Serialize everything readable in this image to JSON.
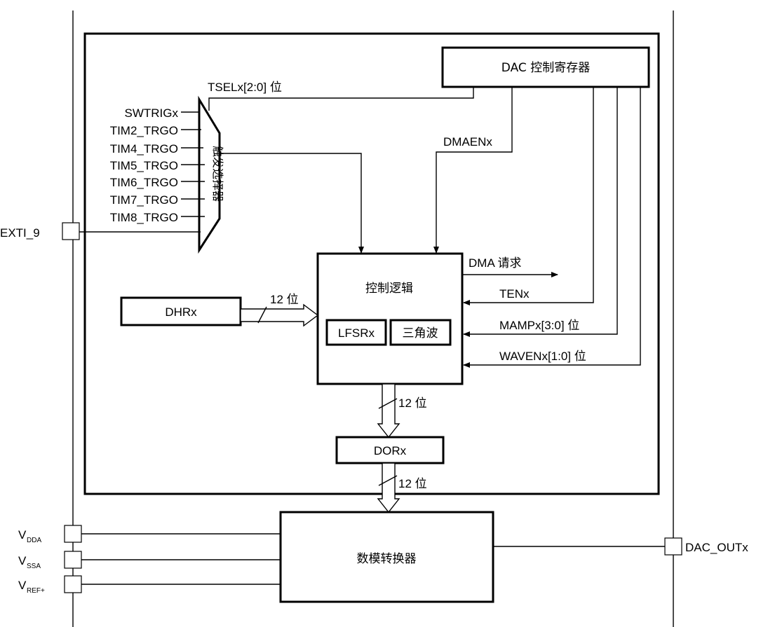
{
  "blocks": {
    "dac_control_register": "DAC 控制寄存器",
    "control_logic": "控制逻辑",
    "dhr": "DHRx",
    "lfsr": "LFSRx",
    "triangle": "三角波",
    "dor": "DORx",
    "converter": "数模转换器",
    "trigger_selector": "触发选择器"
  },
  "triggers": [
    "SWTRIGx",
    "TIM2_TRGO",
    "TIM4_TRGO",
    "TIM5_TRGO",
    "TIM6_TRGO",
    "TIM7_TRGO",
    "TIM8_TRGO"
  ],
  "signals": {
    "tsel": "TSELx[2:0] 位",
    "dmaen": "DMAENx",
    "dma_request": "DMA 请求",
    "ten": "TENx",
    "mamp": "MAMPx[3:0] 位",
    "waven": "WAVENx[1:0] 位",
    "bus_dhr": "12 位",
    "bus_logic_dor": "12 位",
    "bus_dor_conv": "12 位"
  },
  "pins": {
    "exti": "EXTI_9",
    "vdda": {
      "main": "V",
      "sub": "DDA"
    },
    "vssa": {
      "main": "V",
      "sub": "SSA"
    },
    "vref": {
      "main": "V",
      "sub": "REF+"
    },
    "dac_out": "DAC_OUTx"
  }
}
